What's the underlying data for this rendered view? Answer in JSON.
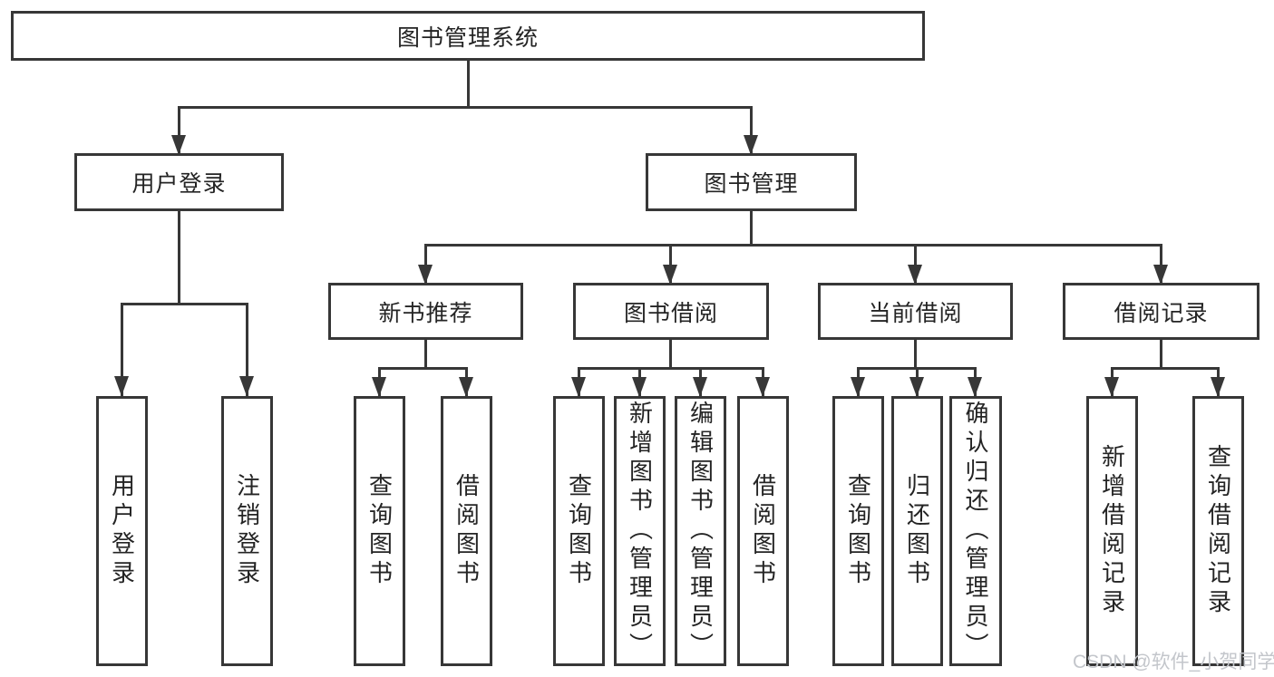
{
  "diagram": {
    "root": {
      "label": "图书管理系统"
    },
    "level2": [
      {
        "label": "用户登录"
      },
      {
        "label": "图书管理"
      }
    ],
    "level3": [
      {
        "label": "新书推荐"
      },
      {
        "label": "图书借阅"
      },
      {
        "label": "当前借阅"
      },
      {
        "label": "借阅记录"
      }
    ],
    "leaves": [
      {
        "label": "用户登录"
      },
      {
        "label": "注销登录"
      },
      {
        "label": "查询图书"
      },
      {
        "label": "借阅图书"
      },
      {
        "label": "查询图书"
      },
      {
        "label": "新增图书（管理员）"
      },
      {
        "label": "编辑图书（管理员）"
      },
      {
        "label": "借阅图书"
      },
      {
        "label": "查询图书"
      },
      {
        "label": "归还图书"
      },
      {
        "label": "确认归还（管理员）"
      },
      {
        "label": "新增借阅记录"
      },
      {
        "label": "查询借阅记录"
      }
    ],
    "watermark": "CSDN @软件_小贺同学",
    "colors": {
      "line": "#373737",
      "text": "#242424",
      "watermark": "#c3c6cb",
      "background": "#ffffff"
    }
  }
}
